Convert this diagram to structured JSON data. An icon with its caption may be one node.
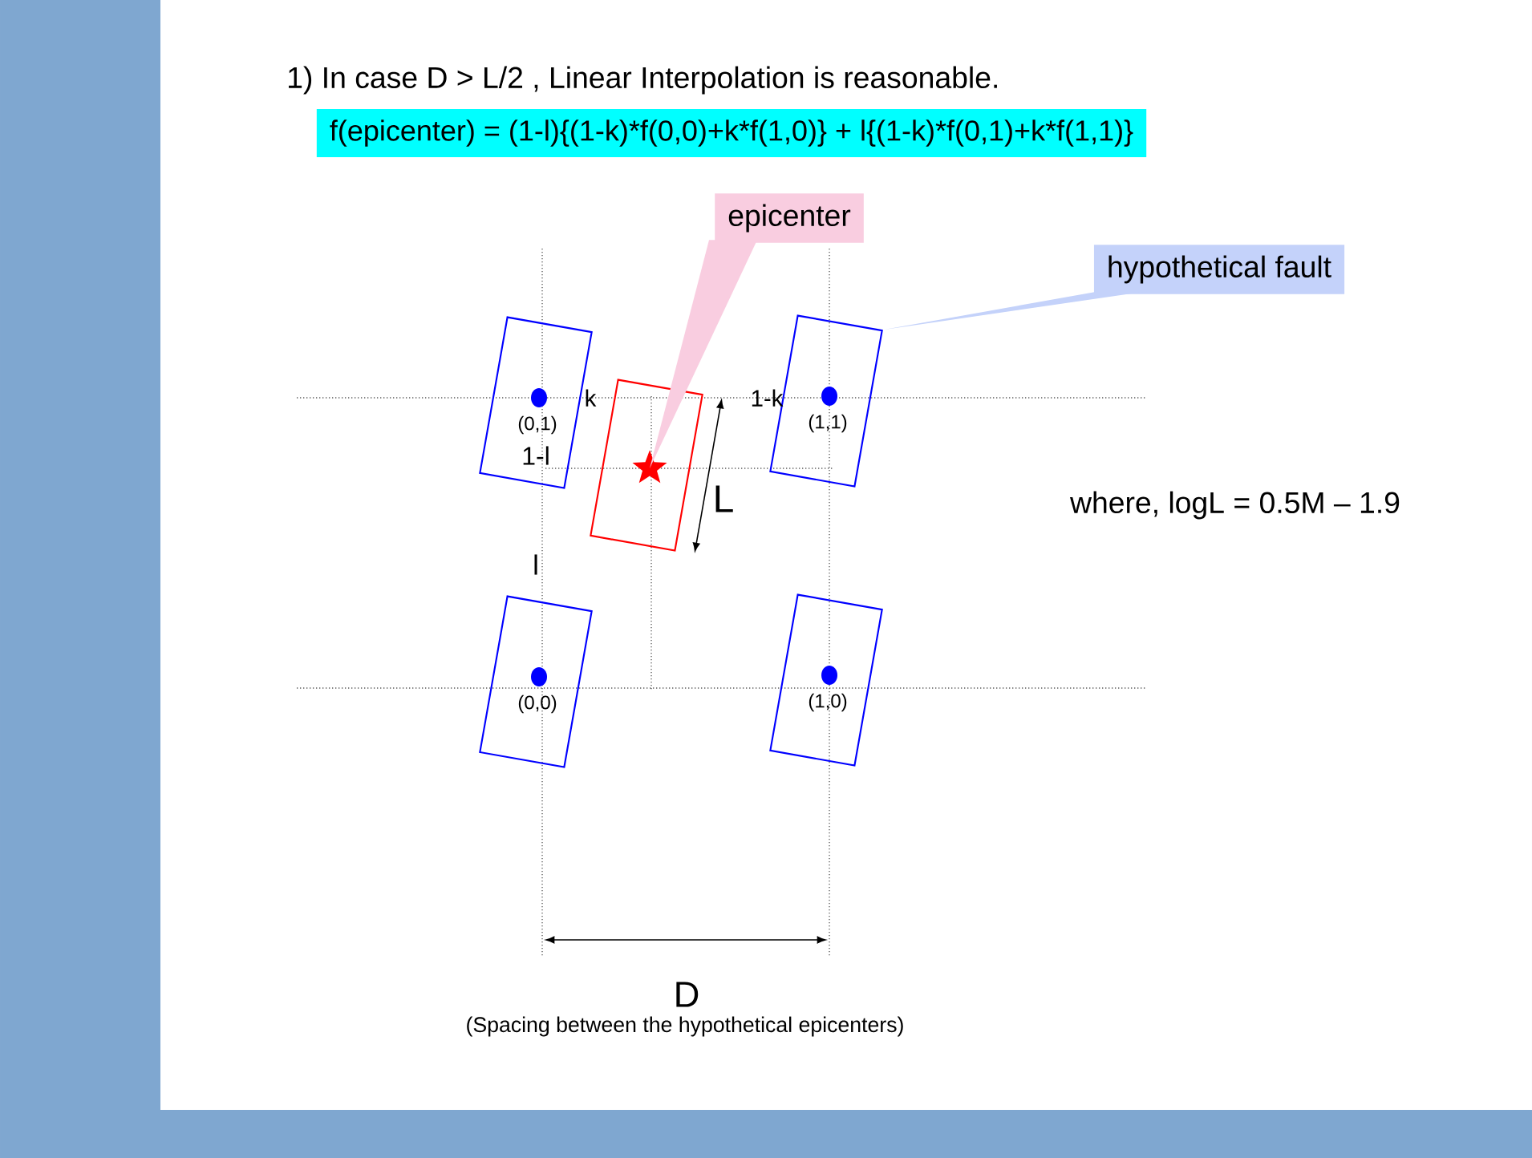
{
  "diagram": {
    "nodes": [
      {
        "text": [
          "f(epicenter) = (1-l){(1-k)*f(0,0)+k*f(1,0)} + l{(1-k)*f(0,1)+k*f(1,1)}"
        ]
      },
      {
        "text": [
          "epicenter"
        ]
      },
      {
        "text": [
          "hypothetical fault"
        ]
      },
      {
        "text": [
          "(0,1)"
        ]
      },
      {
        "text": [],
        "shape": "box"
      },
      {
        "text": [],
        "shape": "star",
        "in": 4
      },
      {
        "text": [
          "(1,1)"
        ]
      },
      {
        "text": [
          "(0,0)"
        ]
      },
      {
        "text": [
          "(1,0)"
        ]
      }
    ],
    "edges": [
      {
        "from": 1,
        "to": 5,
        "arrow": "none"
      },
      {
        "from": 2,
        "to": 6,
        "arrow": "none"
      }
    ],
    "labels": [
      "1) In case D > L/2 , Linear Interpolation is reasonable.",
      "k",
      "1-k",
      "1-l",
      "L",
      "where,  logL = 0.5M – 1.9",
      "l",
      "D",
      "(Spacing between the hypothetical epicenters)"
    ]
  }
}
